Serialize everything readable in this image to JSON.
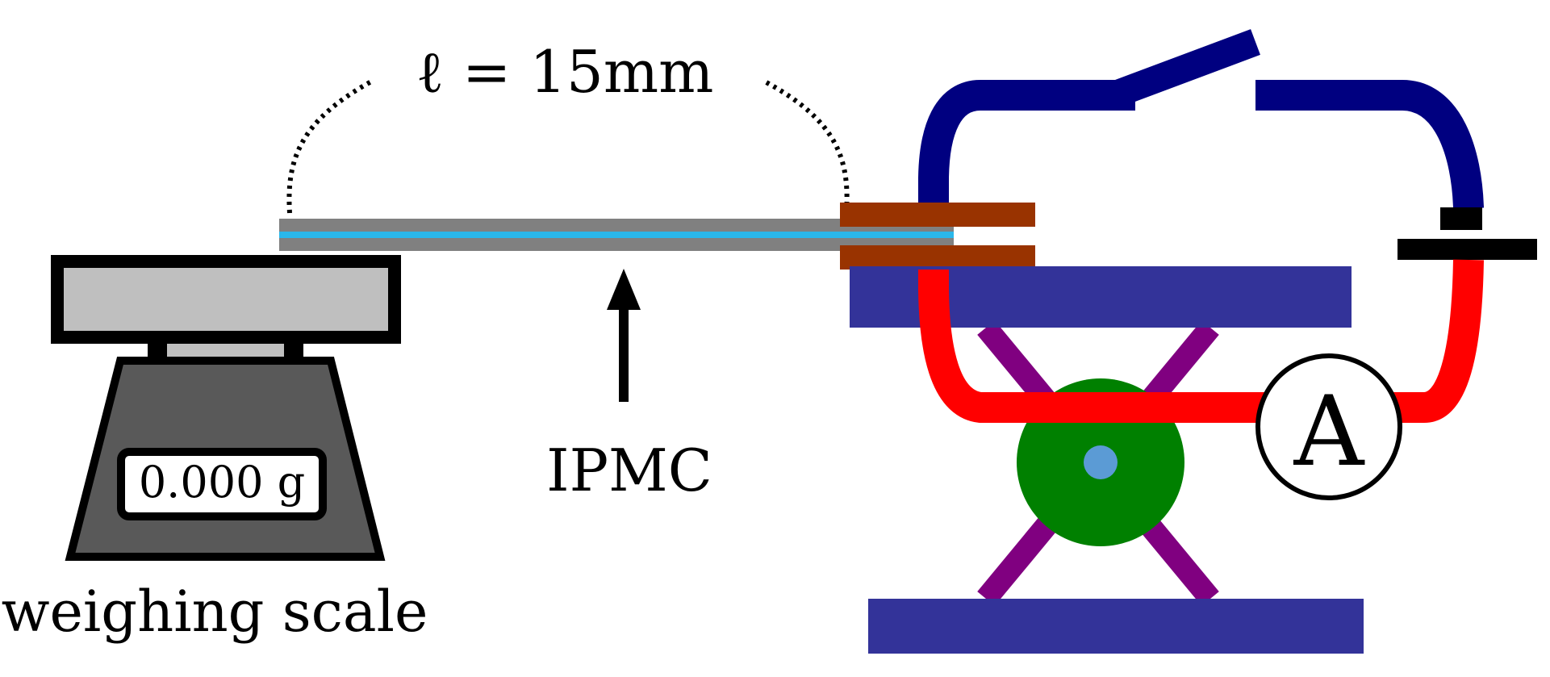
{
  "labels": {
    "length": "ℓ = 15mm",
    "material": "IPMC",
    "scale_reading": "0.000 g",
    "scale_name": "weighing scale",
    "ammeter": "A"
  },
  "colors": {
    "wire_top": "#000080",
    "wire_bottom": "#ff0000",
    "electrode": "#993300",
    "platform": "#333399",
    "scissor_arm": "#800080",
    "gear": "#008000",
    "gear_hub": "#5b9bd5",
    "ipmc_outer": "#808080",
    "ipmc_inner": "#2ab7ea",
    "scale_body": "#595959",
    "scale_pan": "#bfbfbf",
    "scale_plate": "#c0c0c0",
    "outline": "#000000"
  }
}
